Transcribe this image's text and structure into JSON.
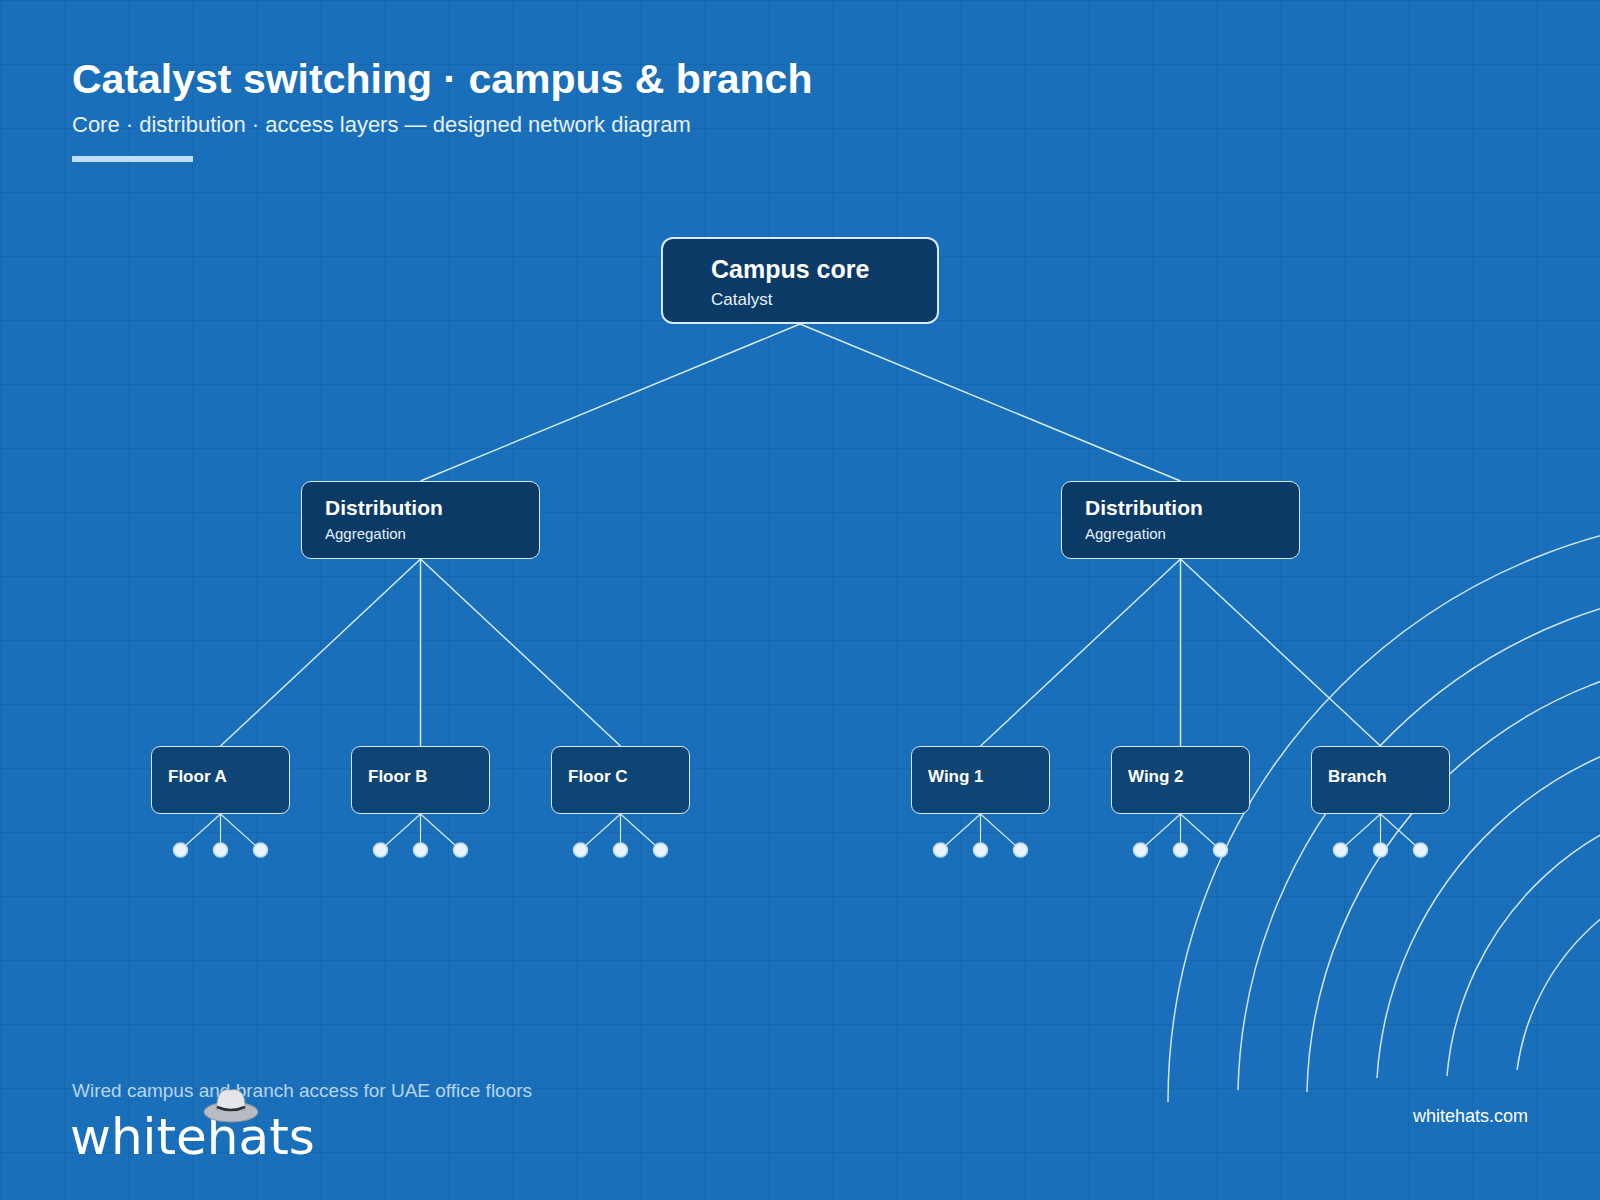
{
  "diagram": {
    "title": "Catalyst switching · campus & branch",
    "caption": "Wired campus and branch access for UAE office floors",
    "nodes": [
      {
        "text": [
          "Campus core",
          "Catalyst"
        ]
      },
      {
        "text": [
          "Distribution",
          "Aggregation"
        ]
      },
      {
        "text": [
          "Distribution",
          "Aggregation"
        ]
      },
      {
        "text": [
          "Floor A"
        ]
      },
      {
        "text": [
          "Floor B"
        ]
      },
      {
        "text": [
          "Floor C"
        ]
      },
      {
        "text": [
          "Wing 1"
        ]
      },
      {
        "text": [
          "Wing 2"
        ]
      },
      {
        "text": [
          "Branch"
        ]
      }
    ],
    "edges": [
      {
        "from": 0,
        "to": 1,
        "arrow": "none"
      },
      {
        "from": 0,
        "to": 2,
        "arrow": "none"
      },
      {
        "from": 1,
        "to": 3,
        "arrow": "none"
      },
      {
        "from": 1,
        "to": 4,
        "arrow": "none"
      },
      {
        "from": 1,
        "to": 5,
        "arrow": "none"
      },
      {
        "from": 2,
        "to": 6,
        "arrow": "none"
      },
      {
        "from": 2,
        "to": 7,
        "arrow": "none"
      },
      {
        "from": 2,
        "to": 8,
        "arrow": "none"
      }
    ],
    "labels": [
      "Core · distribution · access layers — designed network diagram",
      "whitehats",
      "whitehats.com"
    ]
  }
}
